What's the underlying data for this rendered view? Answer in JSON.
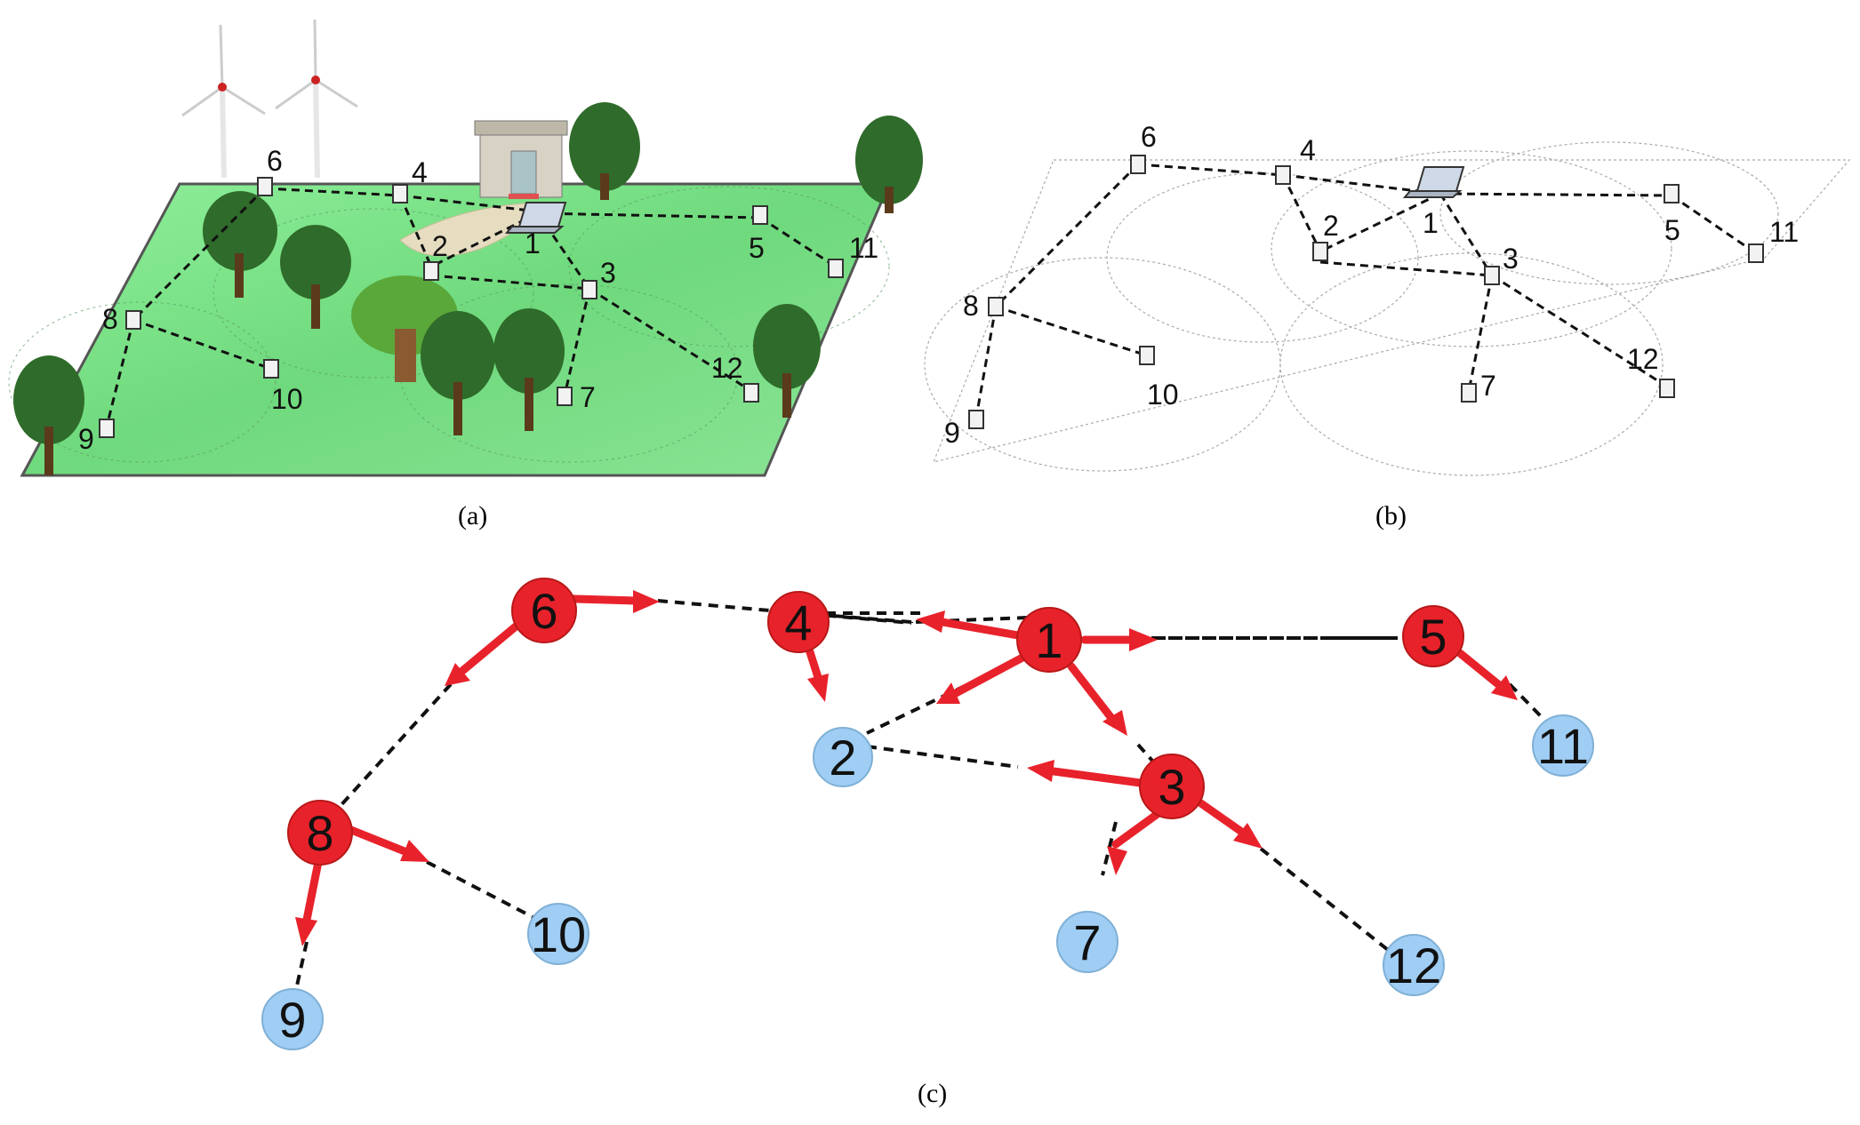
{
  "captions": {
    "a": "(a)",
    "b": "(b)",
    "c": "(c)"
  },
  "nodes": [
    {
      "id": "1",
      "kind": "gateway"
    },
    {
      "id": "2",
      "kind": "leaf"
    },
    {
      "id": "3",
      "kind": "router"
    },
    {
      "id": "4",
      "kind": "router"
    },
    {
      "id": "5",
      "kind": "router"
    },
    {
      "id": "6",
      "kind": "router"
    },
    {
      "id": "7",
      "kind": "leaf"
    },
    {
      "id": "8",
      "kind": "router"
    },
    {
      "id": "9",
      "kind": "leaf"
    },
    {
      "id": "10",
      "kind": "leaf"
    },
    {
      "id": "11",
      "kind": "leaf"
    },
    {
      "id": "12",
      "kind": "leaf"
    }
  ],
  "links": [
    [
      "1",
      "4"
    ],
    [
      "1",
      "2"
    ],
    [
      "1",
      "3"
    ],
    [
      "1",
      "5"
    ],
    [
      "4",
      "6"
    ],
    [
      "4",
      "2"
    ],
    [
      "2",
      "3"
    ],
    [
      "3",
      "7"
    ],
    [
      "3",
      "12"
    ],
    [
      "5",
      "11"
    ],
    [
      "6",
      "8"
    ],
    [
      "8",
      "10"
    ],
    [
      "8",
      "9"
    ]
  ],
  "colors": {
    "router": "#e8222b",
    "leaf": "#9fcdf3",
    "arrow": "#e8222b",
    "link": "#000000",
    "field": "#7ee089",
    "field_border": "#555555"
  }
}
